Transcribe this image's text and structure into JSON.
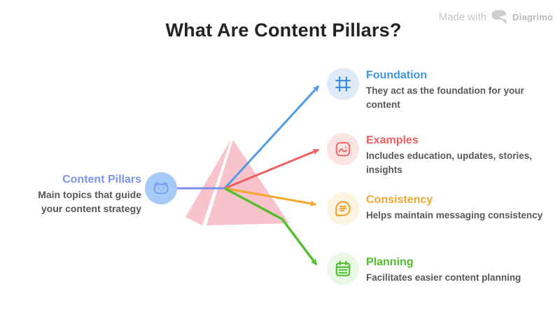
{
  "page": {
    "title": "What Are Content Pillars?"
  },
  "watermark": {
    "prefix": "Made with",
    "brand": "Diagrimo",
    "logo_icon": "diagrimo-logo-icon",
    "text_color": "#c6c6c6"
  },
  "center_node": {
    "title": "Content Pillars",
    "description": "Main topics that guide your content strategy",
    "icon": "bear-face-icon",
    "title_color": "#7b93ec",
    "circle_color": "#a7cbf8",
    "connector_color": "#7b8fe8"
  },
  "pyramid": {
    "shape": "3d-pyramid",
    "color": "#f8c3ca"
  },
  "branches": [
    {
      "title": "Foundation",
      "description": "They act as the foundation for your content",
      "icon": "frame-icon",
      "title_color": "#3e96e8",
      "circle_color": "#ddebfa",
      "arrow_color": "#4d9be9"
    },
    {
      "title": "Examples",
      "description": "Includes education, updates, stories, insights",
      "icon": "image-icon",
      "title_color": "#f15f5f",
      "circle_color": "#fbe5e4",
      "arrow_color": "#f05f5f"
    },
    {
      "title": "Consistency",
      "description": "Helps maintain messaging consistency",
      "icon": "message-bubble-icon",
      "title_color": "#f4a52e",
      "circle_color": "#fdf5e0",
      "arrow_color": "#f6a62d"
    },
    {
      "title": "Planning",
      "description": "Facilitates easier content planning",
      "icon": "calendar-icon",
      "title_color": "#4fbe2b",
      "circle_color": "#ecf8e6",
      "arrow_color": "#55be2d"
    }
  ]
}
